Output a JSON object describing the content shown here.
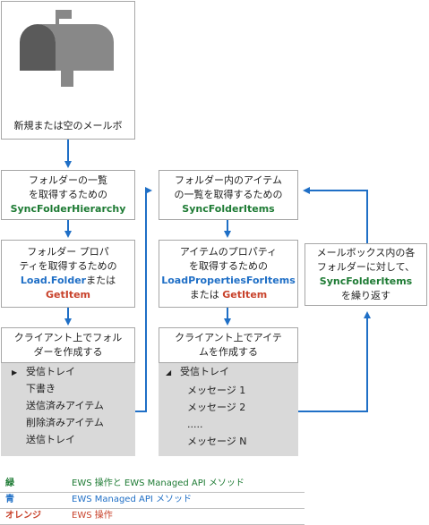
{
  "start": {
    "label": "新規または空のメールボ"
  },
  "left": {
    "step1": {
      "line1": "フォルダーの一覧",
      "line2": "を取得するための",
      "method": "SyncFolderHierarchy"
    },
    "step2": {
      "line1": "フォルダー プロパ",
      "line2": "ティを取得するための",
      "method1": "Load.Folder",
      "connector": "または",
      "method2": "GetItem"
    },
    "step3": {
      "line1": "クライアント上でフォル",
      "line2": "ダーを作成する"
    },
    "tree": [
      "受信トレイ",
      "下書き",
      "送信済みアイテム",
      "削除済みアイテム",
      "送信トレイ"
    ]
  },
  "right": {
    "step1": {
      "line1": "フォルダー内のアイテム",
      "line2": "の一覧を取得するための",
      "method": "SyncFolderItems"
    },
    "step2": {
      "line1": "アイテムのプロパティ",
      "line2": "を取得するための",
      "method1": "LoadPropertiesForItems",
      "connector": "または",
      "method2": "GetItem"
    },
    "step3": {
      "line1": "クライアント上でアイテ",
      "line2": "ムを作成する"
    },
    "tree_root": "受信トレイ",
    "tree": [
      "メッセージ 1",
      "メッセージ 2",
      ".....",
      "メッセージ N"
    ]
  },
  "repeat": {
    "line1": "メールボックス内の各",
    "line2": "フォルダーに対して、",
    "method": "SyncFolderItems",
    "line3": "を繰り返す"
  },
  "legend": [
    {
      "key": "緑",
      "value": "EWS 操作と EWS Managed API メソッド",
      "color": "#1e7b34"
    },
    {
      "key": "青",
      "value": "EWS Managed API メソッド",
      "color": "#1f6fc6"
    },
    {
      "key": "オレンジ",
      "value": "EWS 操作",
      "color": "#c8422b"
    }
  ],
  "colors": {
    "arrow": "#1f6fc6",
    "border": "#a6a6a6",
    "tree_bg": "#d9d9d9",
    "icon": "#888888"
  }
}
